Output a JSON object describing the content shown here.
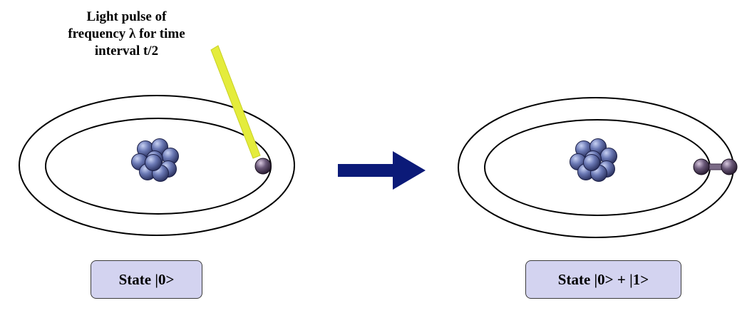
{
  "pulse": {
    "caption_lines": [
      "Light pulse of",
      "frequency λ for time",
      "interval t/2"
    ],
    "color": "#e4ec3c"
  },
  "states": {
    "initial_label": "State |0>",
    "final_label": "State |0> + |1>"
  },
  "colors": {
    "box_fill": "#d3d3f0",
    "arrow": "#0b1a78",
    "nucleon": "#4a5896",
    "electron": "#5a4868"
  }
}
